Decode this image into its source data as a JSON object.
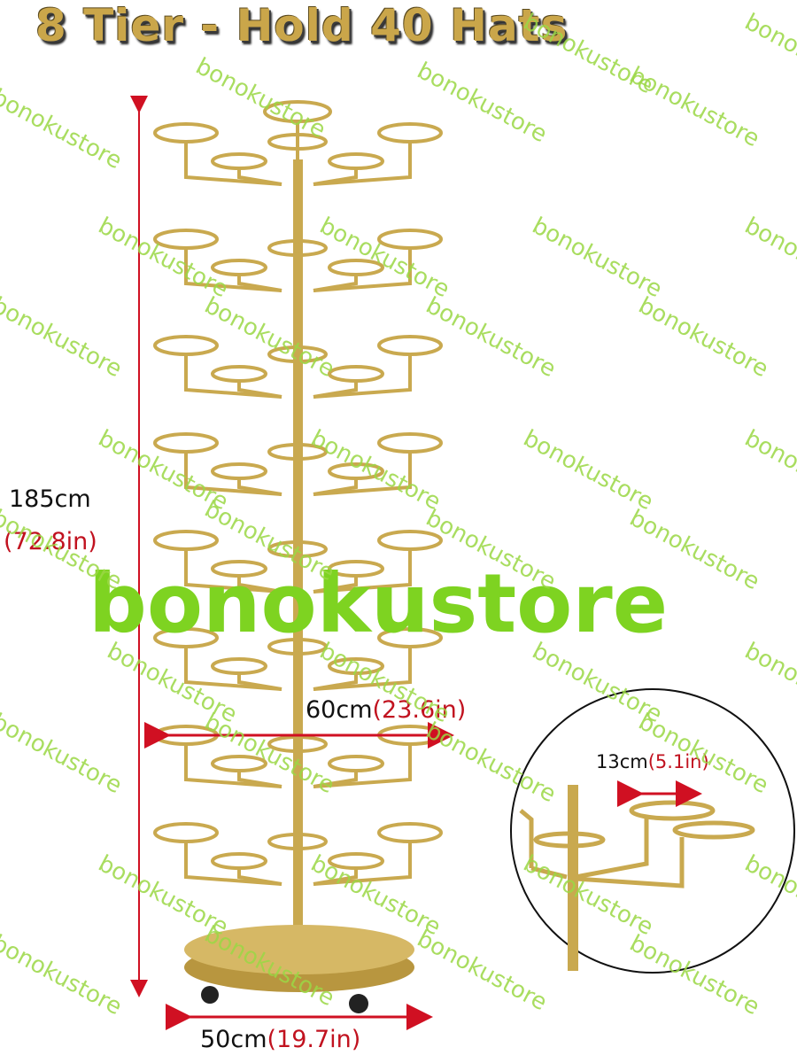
{
  "headline": "8 Tier - Hold 40 Hats",
  "dimensions": {
    "height_cm": "185cm",
    "height_in": "(72.8in)",
    "width_cm": "60cm",
    "width_in": "(23.6in)",
    "base_cm": "50cm",
    "base_in": "(19.7in)",
    "ring_cm": "13cm",
    "ring_in": "(5.1in)"
  },
  "watermark": "bonokustore",
  "colors": {
    "gold": "#c9a94f",
    "arrow": "#d01022",
    "watermark": "#8fd13a"
  },
  "product": {
    "tiers": 8,
    "hats": 40
  }
}
